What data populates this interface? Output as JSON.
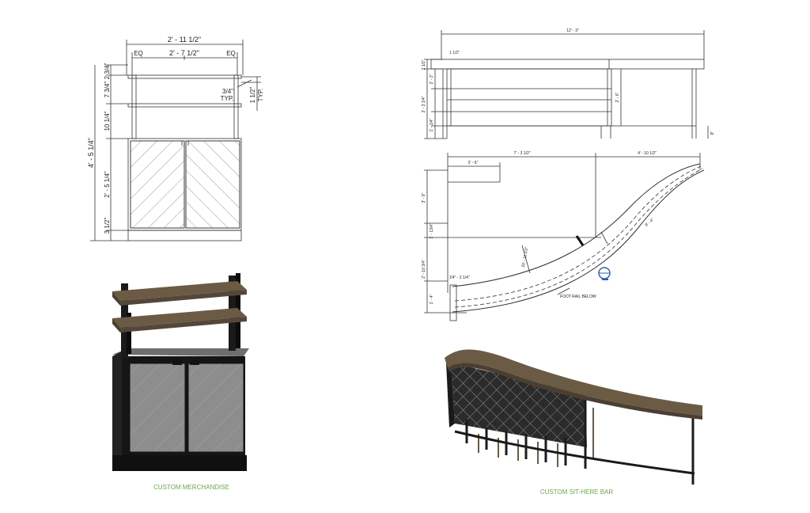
{
  "colors": {
    "line": "#333333",
    "caption": "#6aa84f",
    "wood": "#6b5b45",
    "wood_dark": "#4a3f31",
    "metal": "#1c1c1c",
    "door_gray": "#8c8c8c",
    "blue_marker": "#2a5db0"
  },
  "merch_elevation": {
    "overall_width": "2' - 11 1/2\"",
    "inner_width": "2' - 7 1/2\"",
    "eq_left": "EQ",
    "eq_right": "EQ",
    "dim_top": "2 3/4\"",
    "dim_shelf": "7 3/4\"",
    "dim_upper": "10 1/4\"",
    "dim_total": "4' - 5 1/4\"",
    "dim_cabinet": "2' - 5 1/4\"",
    "dim_base": "3 1/2\"",
    "shelf_thickness": "3/4\"",
    "shelf_typ": "TYP.",
    "post_width": "1 1/2\"",
    "post_typ": "TYP."
  },
  "bar_elevation": {
    "overall_length": "12' - 3\"",
    "dim_a": "1 1/2\"",
    "dim_b": "2 1/2\"",
    "dim_c": "2' - 2\"",
    "dim_d": "3' - 3 1/4\"",
    "dim_e": "1' - 1/4\"",
    "dim_f": "2' - 6\"",
    "dim_g": "8\""
  },
  "bar_plan": {
    "dim_top_left": "7' - 3 1/2\"",
    "dim_top_right": "4' - 10 1/2\"",
    "dim_inner": "2' - 6\"",
    "dim_left_upper": "3' - 9\"",
    "dim_left_mid": "1' - 13/4\"",
    "dim_left_low": "2' - 10 3/4\"",
    "dim_left_base": "1' - 4\"",
    "dim_stool": "3'4\" - 2 1/4\"",
    "dim_radius": "8' - 4\"",
    "dim_curve": "20' - 11 1/2\"",
    "footrail_label": "FOOT RAIL BELOW"
  },
  "captions": {
    "merch": "CUSTOM MERCHANDISE",
    "bar": "CUSTOM  SIT-HERE BAR"
  }
}
